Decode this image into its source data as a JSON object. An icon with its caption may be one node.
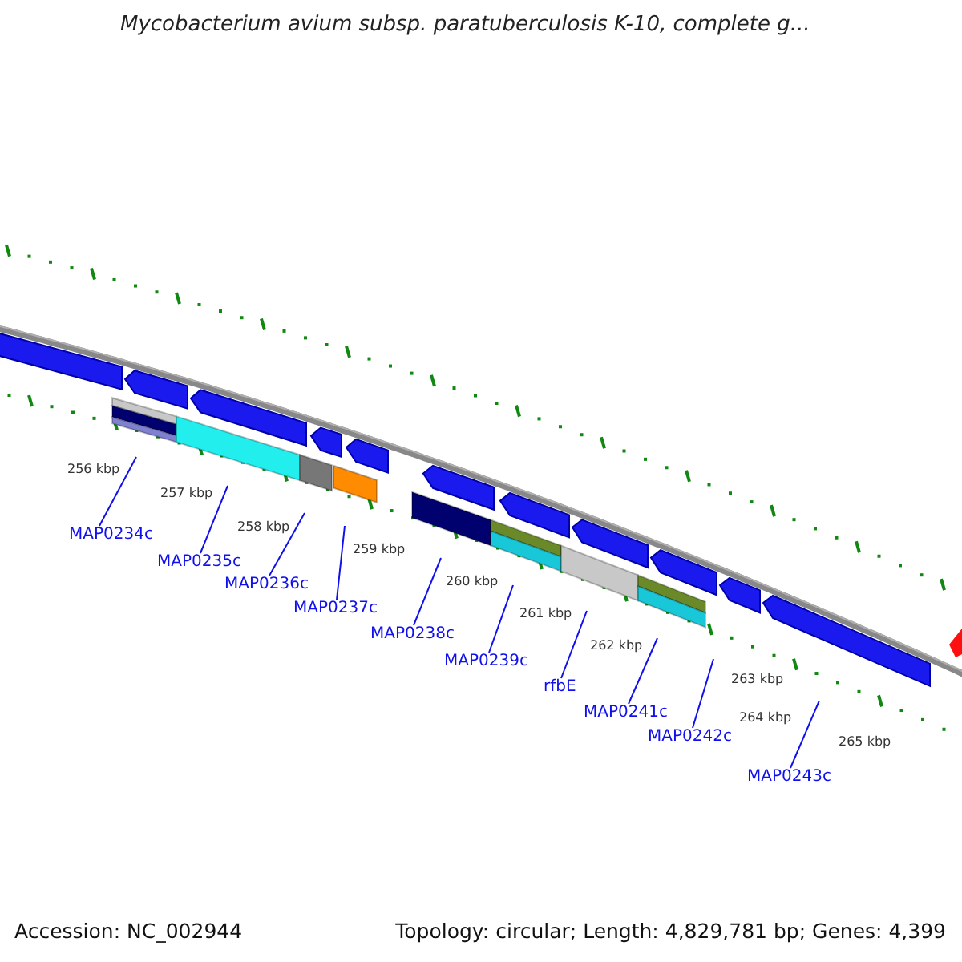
{
  "diagram": {
    "title": "Mycobacterium avium subsp. paratuberculosis K-10, complete g...",
    "nodes": [
      {
        "text": [
          "MAP0234c"
        ]
      },
      {
        "text": [
          "MAP0235c"
        ]
      },
      {
        "text": [
          "MAP0236c"
        ]
      },
      {
        "text": [
          "MAP0237c"
        ]
      },
      {
        "text": [
          "MAP0238c"
        ]
      },
      {
        "text": [
          "MAP0239c"
        ]
      },
      {
        "text": [
          "rfbE"
        ]
      },
      {
        "text": [
          "MAP0241c"
        ]
      },
      {
        "text": [
          "MAP0242c"
        ]
      },
      {
        "text": [
          "MAP0243c"
        ]
      }
    ],
    "edges": [
      {
        "from": 0,
        "to": null,
        "arrow": "none"
      },
      {
        "from": 1,
        "to": null,
        "arrow": "none"
      },
      {
        "from": 2,
        "to": null,
        "arrow": "none"
      },
      {
        "from": 3,
        "to": null,
        "arrow": "none"
      },
      {
        "from": 4,
        "to": null,
        "arrow": "none"
      },
      {
        "from": 5,
        "to": null,
        "arrow": "none"
      },
      {
        "from": 6,
        "to": null,
        "arrow": "none"
      },
      {
        "from": 7,
        "to": null,
        "arrow": "none"
      },
      {
        "from": 8,
        "to": null,
        "arrow": "none"
      },
      {
        "from": 9,
        "to": null,
        "arrow": "none"
      }
    ],
    "labels": [
      "256 kbp",
      "257 kbp",
      "258 kbp",
      "259 kbp",
      "260 kbp",
      "261 kbp",
      "262 kbp",
      "263 kbp",
      "264 kbp",
      "265 kbp",
      "Accession: NC_002944",
      "Topology: circular; Length: 4,829,781 bp; Genes: 4,399"
    ]
  }
}
